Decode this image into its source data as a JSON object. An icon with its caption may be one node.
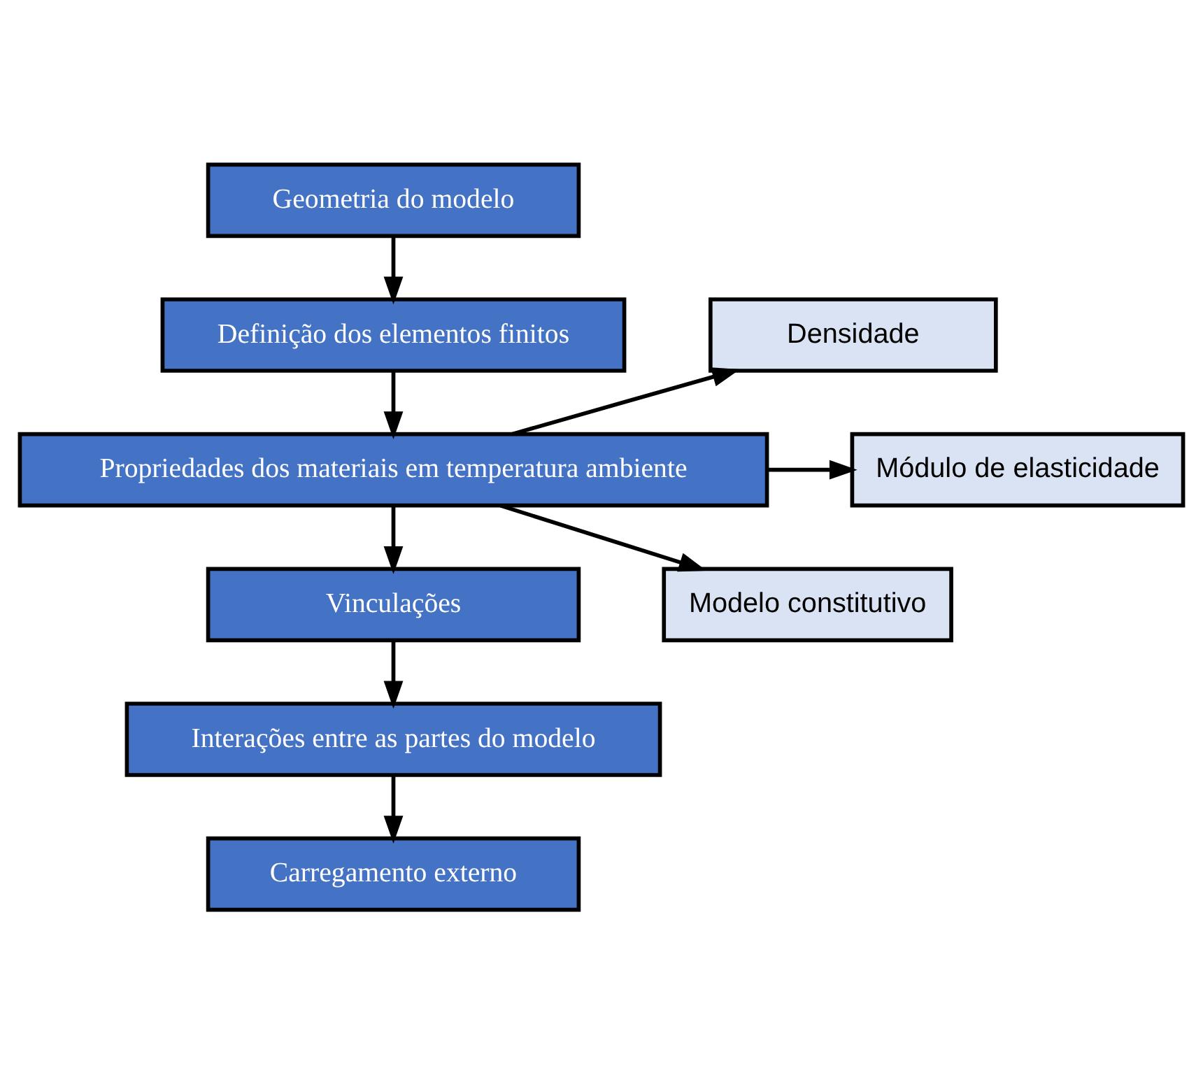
{
  "diagram": {
    "nodes": [
      {
        "text": [
          "Geometria do modelo"
        ]
      },
      {
        "text": [
          "Definição dos elementos finitos"
        ]
      },
      {
        "text": [
          "Propriedades dos materiais em temperatura ambiente"
        ]
      },
      {
        "text": [
          "Vinculações"
        ]
      },
      {
        "text": [
          "Interações entre as partes do modelo"
        ]
      },
      {
        "text": [
          "Carregamento externo"
        ]
      },
      {
        "text": [
          "Densidade"
        ]
      },
      {
        "text": [
          "Módulo de elasticidade"
        ]
      },
      {
        "text": [
          "Modelo constitutivo"
        ]
      }
    ],
    "edges": [
      {
        "from": 0,
        "to": 1,
        "arrow": "to"
      },
      {
        "from": 1,
        "to": 2,
        "arrow": "to"
      },
      {
        "from": 2,
        "to": 3,
        "arrow": "to"
      },
      {
        "from": 3,
        "to": 4,
        "arrow": "to"
      },
      {
        "from": 4,
        "to": 5,
        "arrow": "to"
      },
      {
        "from": 2,
        "to": 6,
        "arrow": "to"
      },
      {
        "from": 2,
        "to": 7,
        "arrow": "to"
      },
      {
        "from": 2,
        "to": 8,
        "arrow": "to"
      }
    ]
  }
}
